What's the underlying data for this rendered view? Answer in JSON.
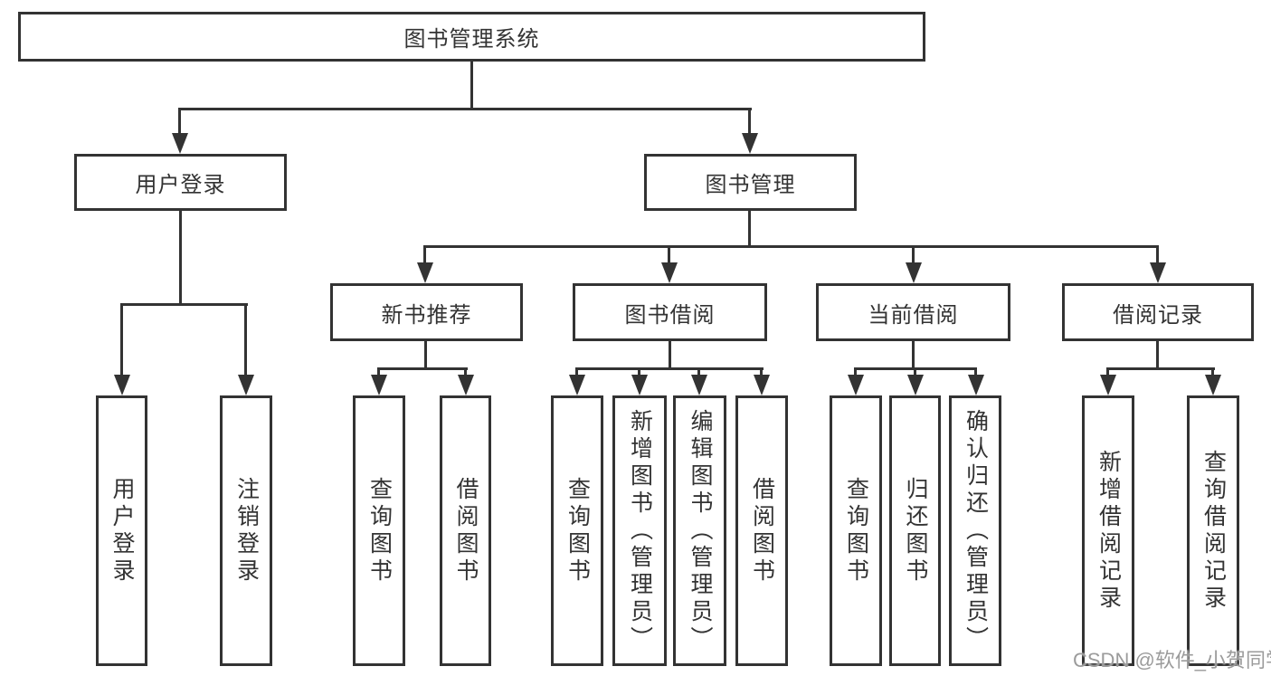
{
  "diagram": {
    "root": {
      "label": "图书管理系统"
    },
    "level2": [
      {
        "label": "用户登录"
      },
      {
        "label": "图书管理"
      }
    ],
    "level3": [
      {
        "label": "新书推荐"
      },
      {
        "label": "图书借阅"
      },
      {
        "label": "当前借阅"
      },
      {
        "label": "借阅记录"
      }
    ],
    "leaves": {
      "user_login": [
        {
          "label": "用户登录"
        },
        {
          "label": "注销登录"
        }
      ],
      "new_books": [
        {
          "label": "查询图书"
        },
        {
          "label": "借阅图书"
        }
      ],
      "book_borrow": [
        {
          "label": "查询图书"
        },
        {
          "label": "新增图书（管理员）"
        },
        {
          "label": "编辑图书（管理员）"
        },
        {
          "label": "借阅图书"
        }
      ],
      "current_borrow": [
        {
          "label": "查询图书"
        },
        {
          "label": "归还图书"
        },
        {
          "label": "确认归还（管理员）"
        }
      ],
      "borrow_records": [
        {
          "label": "新增借阅记录"
        },
        {
          "label": "查询借阅记录"
        }
      ]
    }
  },
  "watermark": {
    "text": "CSDN @软件_小贺同学"
  },
  "colors": {
    "line": "#333333",
    "text": "#333333",
    "watermark": "#9b9b9b",
    "background": "#ffffff"
  }
}
